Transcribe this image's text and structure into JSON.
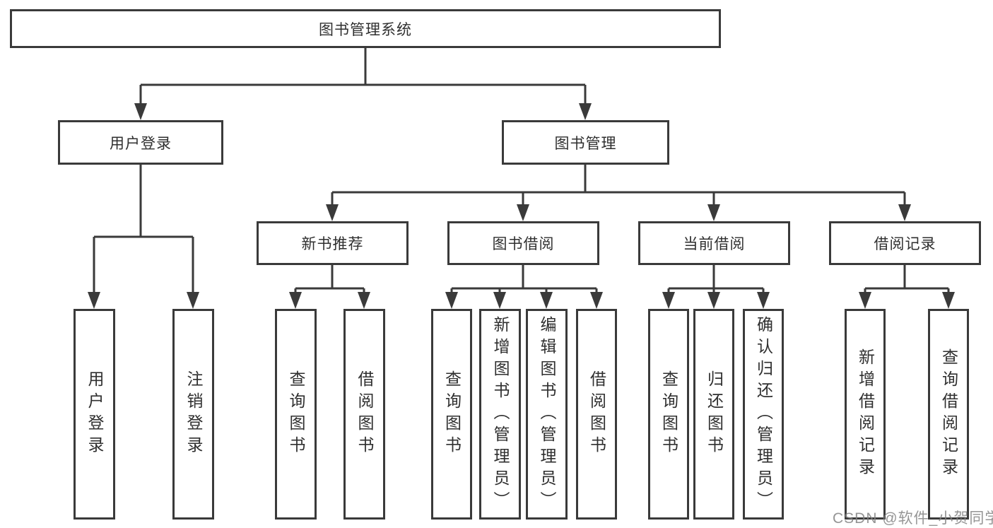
{
  "diagram": {
    "root": {
      "label": "图书管理系统"
    },
    "branches": [
      {
        "label": "用户登录",
        "children": [
          {
            "label": "用户登录"
          },
          {
            "label": "注销登录"
          }
        ]
      },
      {
        "label": "图书管理",
        "groups": [
          {
            "label": "新书推荐",
            "children": [
              {
                "label": "查询图书"
              },
              {
                "label": "借阅图书"
              }
            ]
          },
          {
            "label": "图书借阅",
            "children": [
              {
                "label": "查询图书"
              },
              {
                "label": "新增图书（管理员）"
              },
              {
                "label": "编辑图书（管理员）"
              },
              {
                "label": "借阅图书"
              }
            ]
          },
          {
            "label": "当前借阅",
            "children": [
              {
                "label": "查询图书"
              },
              {
                "label": "归还图书"
              },
              {
                "label": "确认归还（管理员）"
              }
            ]
          },
          {
            "label": "借阅记录",
            "children": [
              {
                "label": "新增借阅记录"
              },
              {
                "label": "查询借阅记录"
              }
            ]
          }
        ]
      }
    ],
    "watermark": "CSDN @软件_小贺同学",
    "colors": {
      "line": "#3a3a3a",
      "text": "#2f2f2f",
      "background": "#ffffff"
    }
  }
}
